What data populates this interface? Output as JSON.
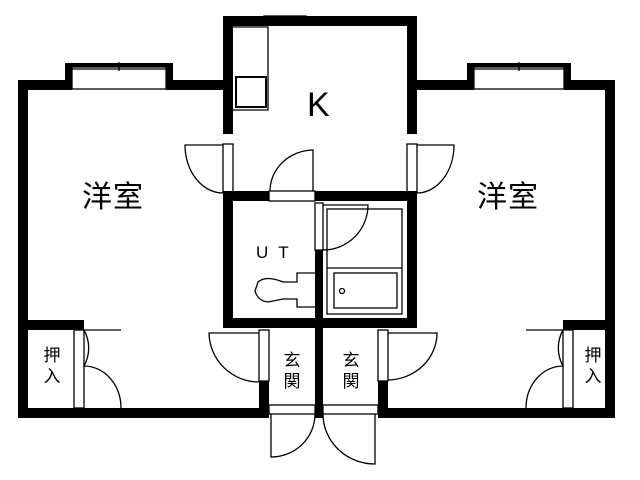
{
  "floorplan": {
    "rooms": {
      "left_room": {
        "label": "洋室"
      },
      "right_room": {
        "label": "洋室"
      },
      "kitchen": {
        "label": "K"
      },
      "utility": {
        "label": "UT"
      },
      "left_closet": {
        "label_top": "押",
        "label_bottom": "入"
      },
      "right_closet": {
        "label_top": "押",
        "label_bottom": "入"
      },
      "left_entrance": {
        "label_top": "玄",
        "label_bottom": "関"
      },
      "right_entrance": {
        "label_top": "玄",
        "label_bottom": "関"
      }
    },
    "colors": {
      "wall": "#000000",
      "background": "#ffffff"
    }
  }
}
